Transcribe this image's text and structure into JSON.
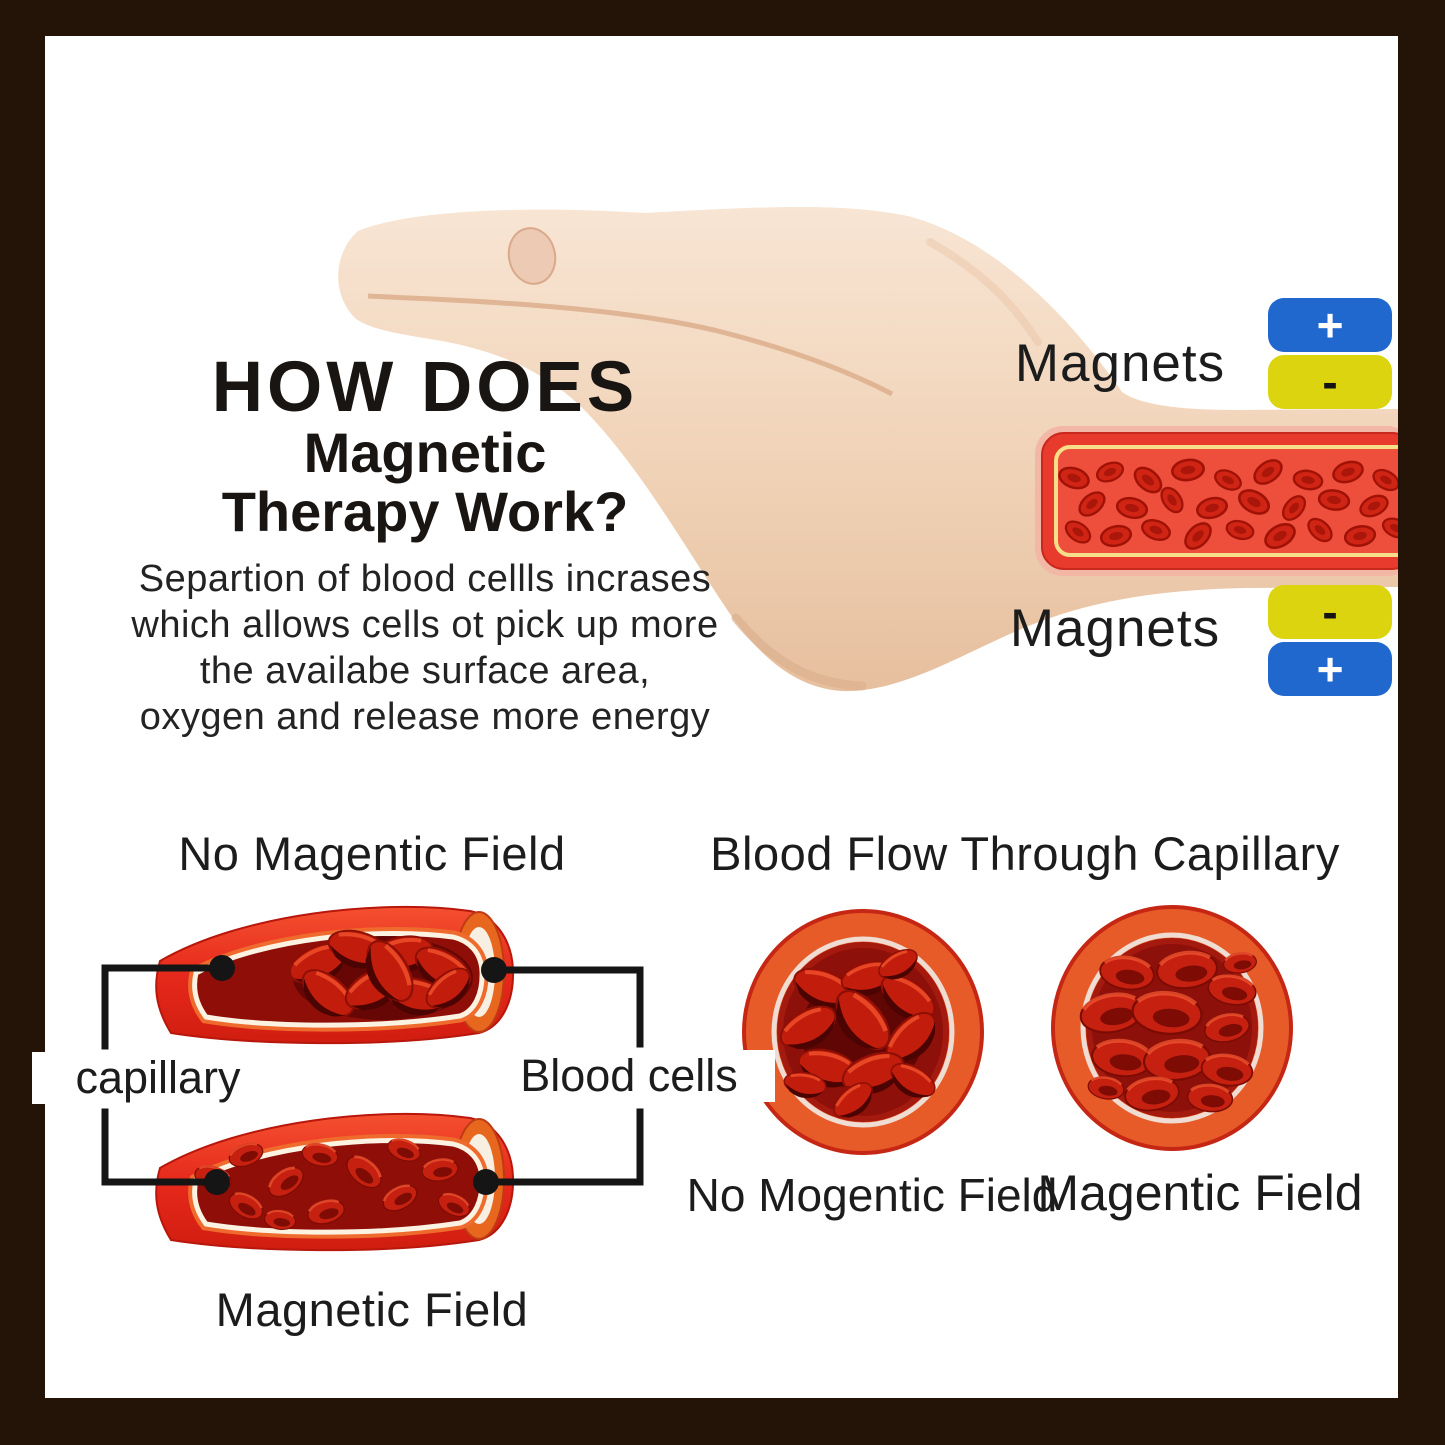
{
  "page": {
    "frame_color": "#241408",
    "background": "#ffffff"
  },
  "intro": {
    "title_line1": "HOW DOES",
    "title_line2": "Magnetic",
    "title_line3": "Therapy Work?",
    "body_lines": [
      "Separtion of blood cellls incrases",
      "which allows cells ot pick up more",
      "the availabe surface area,",
      "oxygen and release more energy"
    ]
  },
  "magnets_top": {
    "label": "Magnets",
    "badge1": {
      "sign": "+",
      "color": "#2068ce",
      "text_color": "#ffffff"
    },
    "badge2": {
      "sign": "-",
      "color": "#dcd40e",
      "text_color": "#141414"
    }
  },
  "magnets_bottom": {
    "label": "Magnets",
    "badge1": {
      "sign": "-",
      "color": "#dcd40e",
      "text_color": "#141414"
    },
    "badge2": {
      "sign": "+",
      "color": "#2068ce",
      "text_color": "#ffffff"
    }
  },
  "capillary_diagram": {
    "no_field_label": "No Magentic Field",
    "field_label": "Magnetic Field",
    "left_callout": "capillary",
    "right_callout": "Blood cells"
  },
  "cross_section_diagram": {
    "heading": "Blood Flow Through Capillary",
    "no_field_label": "No Mogentic Field",
    "field_label": "Magentic Field"
  },
  "illustration_colors": {
    "skin": "#f1d4b9",
    "vessel_red": "#e93a2e",
    "cell_red": "#c62110",
    "lumen_dark": "#8e100a",
    "ring_orange": "#e65b28",
    "callout_line": "#151515"
  }
}
